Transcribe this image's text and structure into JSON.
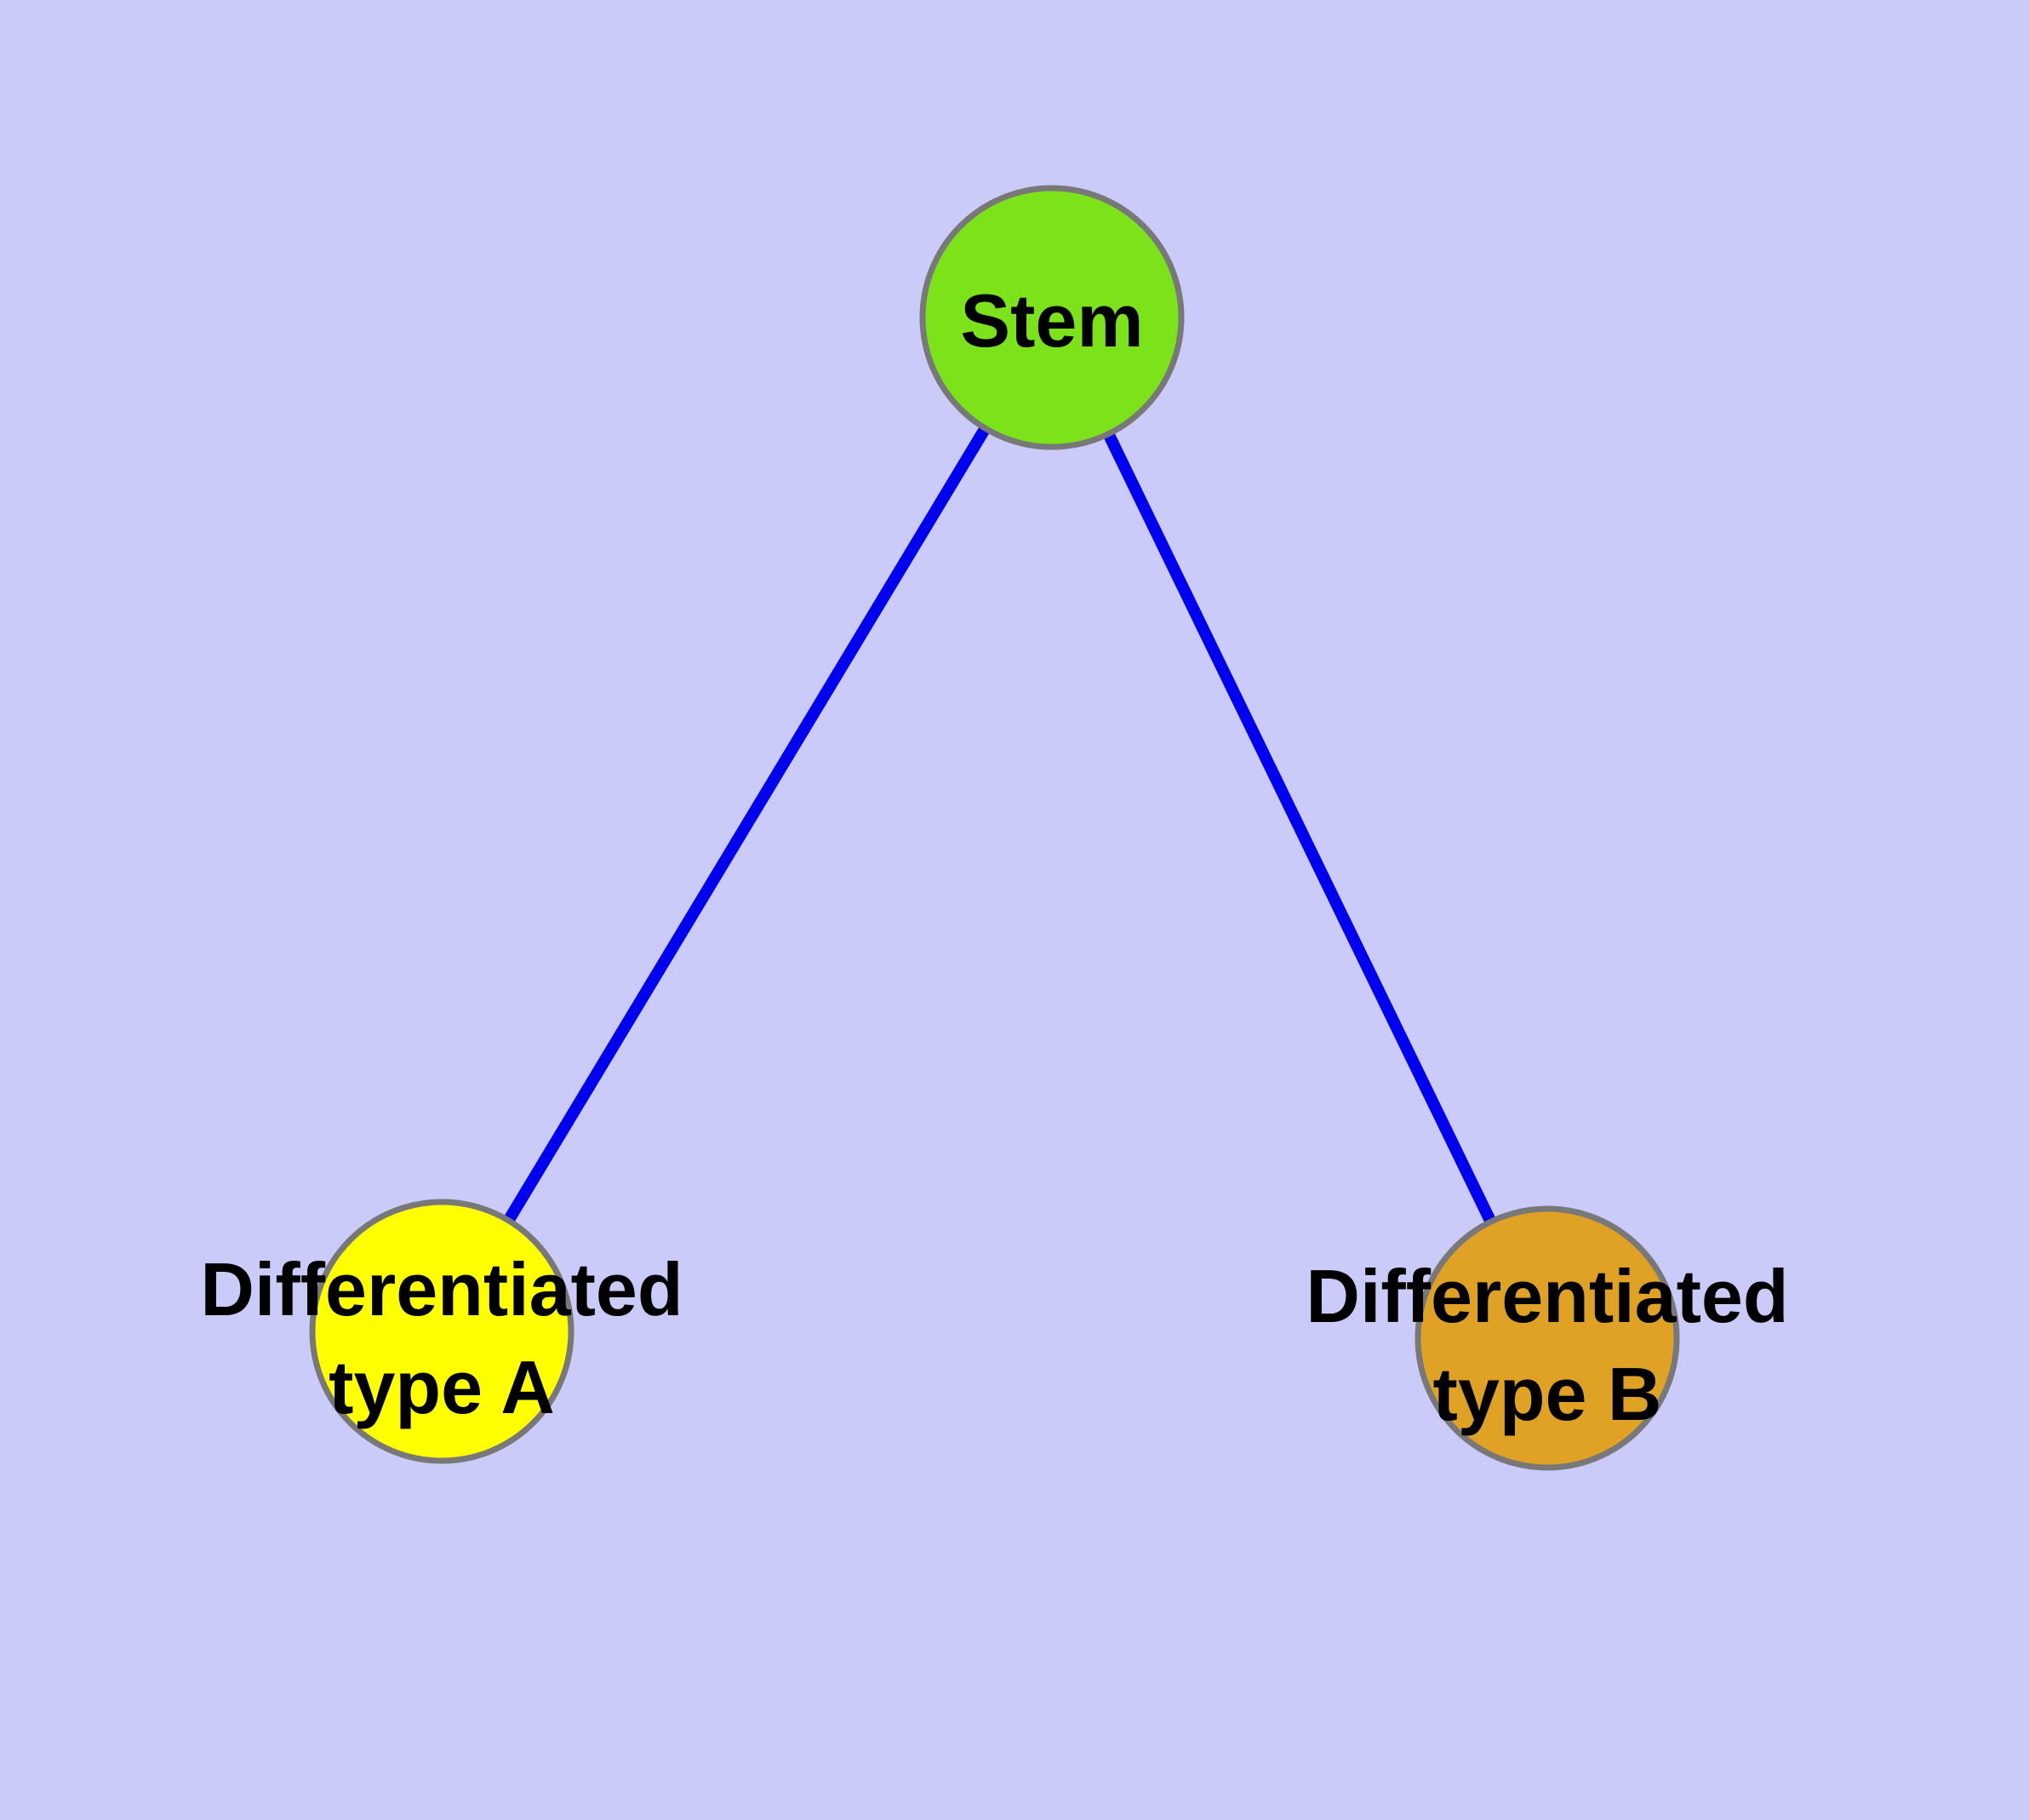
{
  "diagram": {
    "background_color": "#CBCBFA",
    "edge_color": "#0000EE",
    "node_stroke_color": "#787878",
    "text_color": "#000000",
    "nodes": {
      "stem": {
        "label": "Stem",
        "fill": "#7CE31A"
      },
      "typeA": {
        "lines": [
          "Differentiated",
          "type A"
        ],
        "fill": "#FFFF00"
      },
      "typeB": {
        "lines": [
          "Differentiated",
          "type B"
        ],
        "fill": "#DFA224"
      }
    },
    "edges": [
      {
        "from": "Stem",
        "to": "Differentiated type A"
      },
      {
        "from": "Stem",
        "to": "Differentiated type B"
      }
    ]
  }
}
